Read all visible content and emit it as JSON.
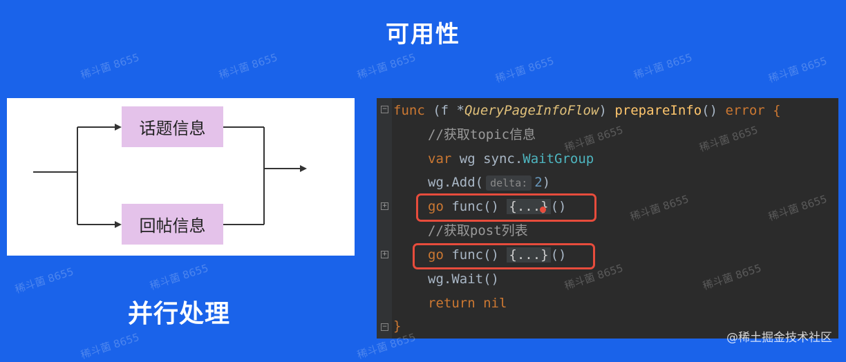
{
  "slide": {
    "title": "可用性",
    "caption": "并行处理",
    "credit": "@稀土掘金技术社区"
  },
  "diagram": {
    "top_node": "话题信息",
    "bottom_node": "回帖信息"
  },
  "code": {
    "line1": {
      "kw": "func",
      "recv_open": " (f *",
      "type": "QueryPageInfoFlow",
      "recv_close": ") ",
      "fn": "prepareInfo",
      "sig": "() ",
      "ret": "error",
      "brace": " {"
    },
    "line2": {
      "comment": "//获取topic信息"
    },
    "line3": {
      "kw": "var",
      "ident": " wg ",
      "pkg": "sync.",
      "type": "WaitGroup"
    },
    "line4": {
      "call": "wg.Add(",
      "hint": "delta:",
      "num": "2",
      "close": ")"
    },
    "line5": {
      "kw": "go",
      "mid": " func() ",
      "fold": "{...}",
      "end": "()"
    },
    "line6": {
      "comment": "//获取post列表"
    },
    "line7": {
      "kw": "go",
      "mid": " func() ",
      "fold": "{...}",
      "end": "()"
    },
    "line8": {
      "call": "wg.Wait()"
    },
    "line9": {
      "kw": "return",
      "ident": " nil"
    },
    "line10": {
      "brace": "}"
    }
  },
  "watermark_text": "稀斗菌 8655",
  "colors": {
    "background": "#1a63ea",
    "node_fill": "#e4c2ea",
    "editor_bg": "#2b2b2b",
    "highlight": "#e74c3c"
  }
}
